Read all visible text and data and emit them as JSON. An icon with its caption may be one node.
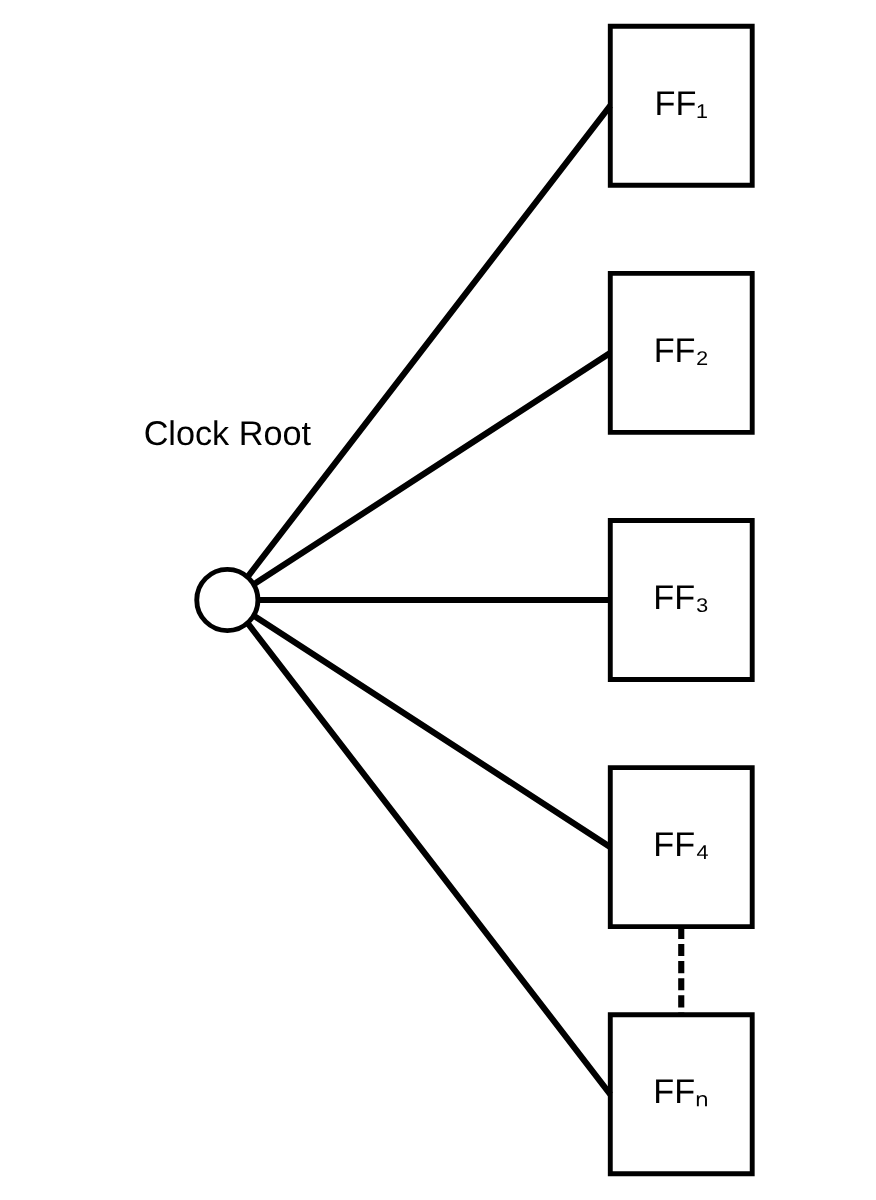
{
  "diagram": {
    "nodes": [
      {
        "text": [],
        "shape": "circle",
        "beside": [
          "Clock Root"
        ]
      },
      {
        "text": [
          "FF₁"
        ]
      },
      {
        "text": [
          "FF₂"
        ]
      },
      {
        "text": [
          "FF₃"
        ]
      },
      {
        "text": [
          "FF₄"
        ]
      },
      {
        "text": [
          "FFₙ"
        ]
      }
    ],
    "edges": [
      {
        "from": 0,
        "to": 1,
        "arrow": "none"
      },
      {
        "from": 0,
        "to": 2,
        "arrow": "none"
      },
      {
        "from": 0,
        "to": 3,
        "arrow": "none"
      },
      {
        "from": 0,
        "to": 4,
        "arrow": "none"
      },
      {
        "from": 0,
        "to": 5,
        "arrow": "none"
      },
      {
        "from": 4,
        "to": 5,
        "arrow": "none",
        "style": "dashed"
      }
    ]
  }
}
